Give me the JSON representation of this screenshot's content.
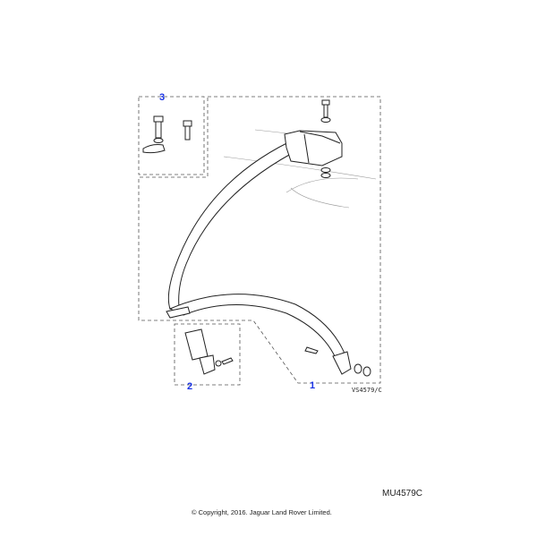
{
  "diagram": {
    "callouts": [
      {
        "id": "1",
        "label": "1"
      },
      {
        "id": "2",
        "label": "2"
      },
      {
        "id": "3",
        "label": "3"
      }
    ],
    "reference": "VS4579/C",
    "colors": {
      "callout": "#1a33e6"
    }
  },
  "footer": {
    "code": "MU4579C",
    "copyright": "© Copyright, 2016. Jaguar Land Rover Limited."
  }
}
